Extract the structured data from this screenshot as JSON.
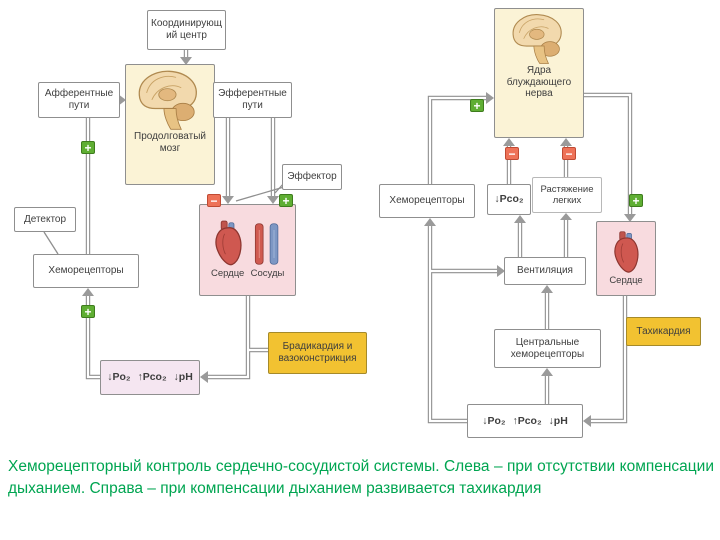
{
  "caption": "Хеморецепторный контроль сердечно-сосудистой системы. Слева – при отсутствии компенсации дыханием. Справа – при компенсации дыханием развивается тахикардия",
  "markers": {
    "plus": "+",
    "minus": "−"
  },
  "colors": {
    "caption-green": "#00a551",
    "plus-green": "#5fae33",
    "minus-red": "#ee7258",
    "gold": "#f2c231",
    "brain-bg": "#fbf3d6",
    "pink-bg": "#f8dbdf",
    "lavender-bg": "#f5e6f1",
    "line-gray": "#8f8f8f"
  },
  "left_diagram": {
    "coordinating_center": "Координирующий центр",
    "afferent_pathways": "Афферентные пути",
    "efferent_pathways": "Эфферентные пути",
    "medulla": "Продолговатый мозг",
    "effector": "Эффектор",
    "detector": "Детектор",
    "chemoreceptors": "Хеморецепторы",
    "heart": "Сердце",
    "vessels": "Сосуды",
    "outcome": "Брадикардия и вазоконстрикция",
    "blood_gases": "↓Po₂ ↑Pco₂ ↓pH"
  },
  "right_diagram": {
    "vagus_nuclei": "Ядра блуждающего нерва",
    "chemoreceptors": "Хеморецепторы",
    "pco2": "↓Pco₂",
    "lung_stretch": "Растяжение легких",
    "ventilation": "Вентиляция",
    "heart": "Сердце",
    "outcome": "Тахикардия",
    "central_chemoreceptors": "Центральные хеморецепторы",
    "blood_gases": "↓Po₂ ↑Pco₂ ↓pH"
  }
}
